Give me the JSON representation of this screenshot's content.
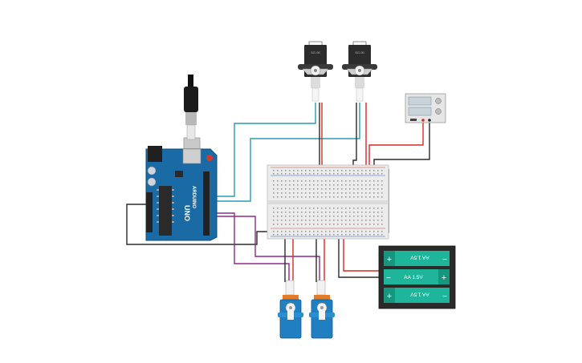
{
  "arduino": {
    "brand": "ARDUINO",
    "model": "UNO",
    "icon": "arduino-uno-board"
  },
  "servos": {
    "top_label": "SG-90",
    "count_top": 2,
    "count_bottom": 2,
    "icon": "micro-servo-motor"
  },
  "battery_pack": {
    "cells": [
      "AA 1.5V",
      "AA 1.5V",
      "AA 1.5V"
    ],
    "plus": "+",
    "minus": "−"
  },
  "power_supply": {
    "icon": "dc-power-supply"
  },
  "wire_colors": {
    "signal_teal": "#2b9bb3",
    "signal_purple": "#8e2a8c",
    "power_red": "#d52a1e",
    "ground_black": "#2b2b2b",
    "servo_orange": "#e27b2a",
    "board_blue": "#1a6aa6",
    "battery_teal": "#1fb59a"
  }
}
